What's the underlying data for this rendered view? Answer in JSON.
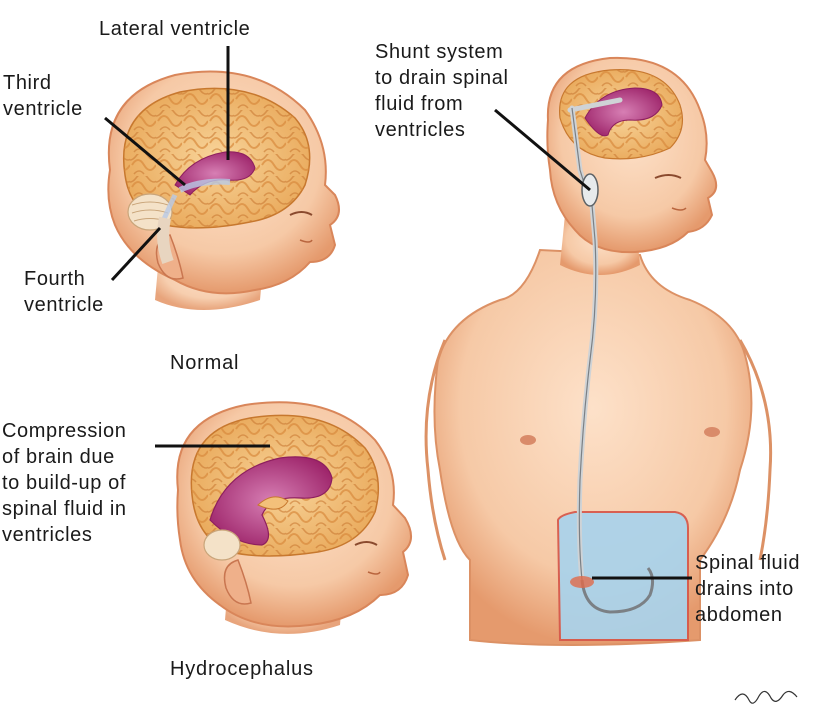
{
  "labels": {
    "lateral_ventricle": "Lateral ventricle",
    "third_ventricle": [
      "Third",
      "ventricle"
    ],
    "fourth_ventricle": [
      "Fourth",
      "ventricle"
    ],
    "normal_caption": "Normal",
    "shunt_system": [
      "Shunt system",
      "to drain spinal",
      "fluid from",
      "ventricles"
    ],
    "compression": [
      "Compression",
      "of brain due",
      "to build-up of",
      "spinal fluid in",
      "ventricles"
    ],
    "hydrocephalus_caption": "Hydrocephalus",
    "spinal_fluid_drains": [
      "Spinal fluid",
      "drains into",
      "abdomen"
    ]
  },
  "colors": {
    "skin": "#f6c9a6",
    "skin_shadow": "#e59a6d",
    "brain": "#f3c07a",
    "brain_fold": "#d98a3e",
    "ventricle": "#b0307a",
    "ventricle_light": "#d77fb4",
    "abdomen_fluid": "#a9d3ec",
    "leader_line": "#111111"
  }
}
